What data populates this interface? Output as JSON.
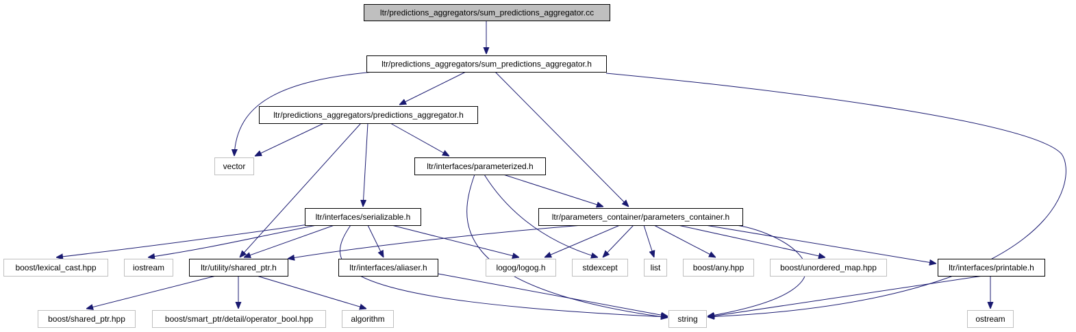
{
  "colors": {
    "edge": "#191970",
    "root_fill": "#bfbfbf",
    "project_border": "#000000",
    "external_border": "#bfbfbf",
    "external_text": "#404040",
    "node_fill": "#ffffff"
  },
  "nodes": [
    {
      "id": "sum_cc",
      "label": "ltr/predictions_aggregators/sum_predictions_aggregator.cc",
      "kind": "root"
    },
    {
      "id": "sum_h",
      "label": "ltr/predictions_aggregators/sum_predictions_aggregator.h",
      "kind": "project"
    },
    {
      "id": "pred_h",
      "label": "ltr/predictions_aggregators/predictions_aggregator.h",
      "kind": "project"
    },
    {
      "id": "vector",
      "label": "vector",
      "kind": "external"
    },
    {
      "id": "param_h",
      "label": "ltr/interfaces/parameterized.h",
      "kind": "project"
    },
    {
      "id": "serial_h",
      "label": "ltr/interfaces/serializable.h",
      "kind": "project"
    },
    {
      "id": "pc_h",
      "label": "ltr/parameters_container/parameters_container.h",
      "kind": "project"
    },
    {
      "id": "lexical",
      "label": "boost/lexical_cast.hpp",
      "kind": "external"
    },
    {
      "id": "iostream",
      "label": "iostream",
      "kind": "external"
    },
    {
      "id": "sptr_h",
      "label": "ltr/utility/shared_ptr.h",
      "kind": "project"
    },
    {
      "id": "aliaser_h",
      "label": "ltr/interfaces/aliaser.h",
      "kind": "project"
    },
    {
      "id": "logog",
      "label": "logog/logog.h",
      "kind": "external"
    },
    {
      "id": "stdexcept",
      "label": "stdexcept",
      "kind": "external"
    },
    {
      "id": "list",
      "label": "list",
      "kind": "external"
    },
    {
      "id": "any",
      "label": "boost/any.hpp",
      "kind": "external"
    },
    {
      "id": "umap",
      "label": "boost/unordered_map.hpp",
      "kind": "external"
    },
    {
      "id": "printable_h",
      "label": "ltr/interfaces/printable.h",
      "kind": "project"
    },
    {
      "id": "bshared",
      "label": "boost/shared_ptr.hpp",
      "kind": "external"
    },
    {
      "id": "opbool",
      "label": "boost/smart_ptr/detail/operator_bool.hpp",
      "kind": "external"
    },
    {
      "id": "algorithm",
      "label": "algorithm",
      "kind": "external"
    },
    {
      "id": "string",
      "label": "string",
      "kind": "external"
    },
    {
      "id": "ostream",
      "label": "ostream",
      "kind": "external"
    }
  ],
  "edges": [
    {
      "from": "sum_cc",
      "to": "sum_h"
    },
    {
      "from": "sum_h",
      "to": "vector"
    },
    {
      "from": "sum_h",
      "to": "pred_h"
    },
    {
      "from": "sum_h",
      "to": "pc_h"
    },
    {
      "from": "sum_h",
      "to": "string"
    },
    {
      "from": "pred_h",
      "to": "vector"
    },
    {
      "from": "pred_h",
      "to": "param_h"
    },
    {
      "from": "pred_h",
      "to": "serial_h"
    },
    {
      "from": "pred_h",
      "to": "sptr_h"
    },
    {
      "from": "param_h",
      "to": "pc_h"
    },
    {
      "from": "param_h",
      "to": "stdexcept"
    },
    {
      "from": "param_h",
      "to": "string"
    },
    {
      "from": "serial_h",
      "to": "lexical"
    },
    {
      "from": "serial_h",
      "to": "iostream"
    },
    {
      "from": "serial_h",
      "to": "sptr_h"
    },
    {
      "from": "serial_h",
      "to": "aliaser_h"
    },
    {
      "from": "serial_h",
      "to": "logog"
    },
    {
      "from": "serial_h",
      "to": "string"
    },
    {
      "from": "pc_h",
      "to": "sptr_h"
    },
    {
      "from": "pc_h",
      "to": "logog"
    },
    {
      "from": "pc_h",
      "to": "stdexcept"
    },
    {
      "from": "pc_h",
      "to": "list"
    },
    {
      "from": "pc_h",
      "to": "any"
    },
    {
      "from": "pc_h",
      "to": "umap"
    },
    {
      "from": "pc_h",
      "to": "printable_h"
    },
    {
      "from": "pc_h",
      "to": "string"
    },
    {
      "from": "sptr_h",
      "to": "bshared"
    },
    {
      "from": "sptr_h",
      "to": "opbool"
    },
    {
      "from": "sptr_h",
      "to": "algorithm"
    },
    {
      "from": "aliaser_h",
      "to": "string"
    },
    {
      "from": "printable_h",
      "to": "string"
    },
    {
      "from": "printable_h",
      "to": "ostream"
    }
  ]
}
